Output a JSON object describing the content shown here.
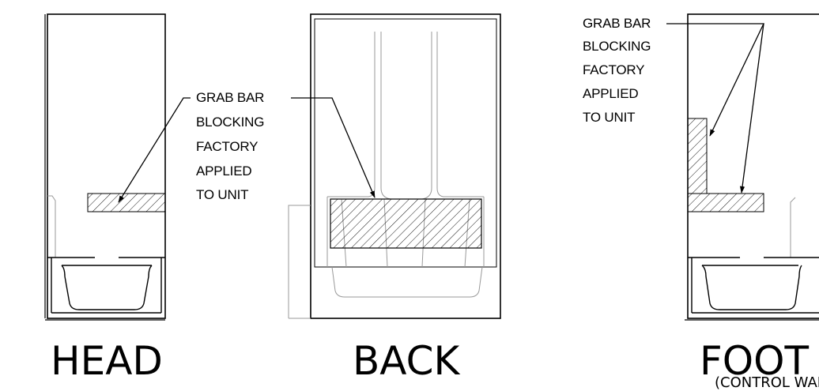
{
  "views": {
    "head": {
      "title": "HEAD"
    },
    "back": {
      "title": "BACK"
    },
    "foot": {
      "title": "FOOT",
      "subtitle": "(CONTROL WAL"
    }
  },
  "callouts": {
    "head": [
      "GRAB BAR",
      "BLOCKING",
      "FACTORY",
      "APPLIED",
      "TO UNIT"
    ],
    "foot": [
      "GRAB BAR",
      "BLOCKING",
      "FACTORY",
      "APPLIED",
      "TO UNIT"
    ]
  },
  "colors": {
    "ink": "#000000",
    "faint": "#9a9a9a"
  }
}
